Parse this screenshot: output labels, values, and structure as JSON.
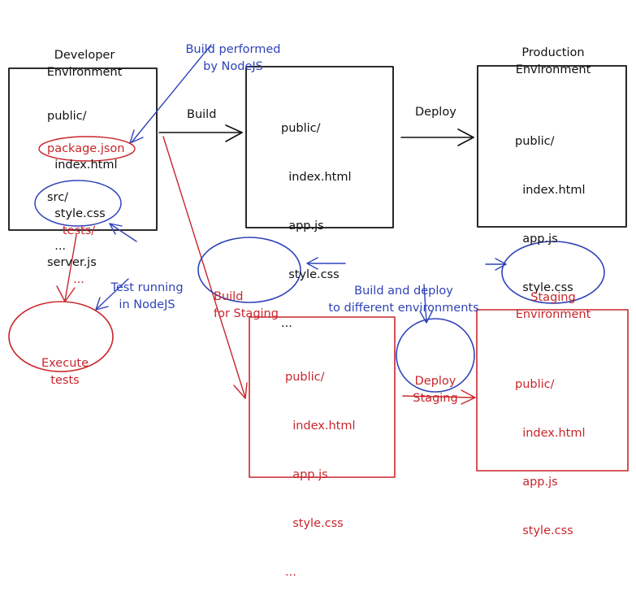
{
  "titles": {
    "developer": [
      "Developer",
      "Environment"
    ],
    "production": [
      "Production",
      "Environment"
    ]
  },
  "annotations": {
    "build_performed": [
      "Build performed",
      "by NodeJS"
    ],
    "test_running": [
      "Test running",
      "in NodeJS"
    ],
    "build_deploy_envs": [
      "Build and deploy",
      "to different environments"
    ]
  },
  "edge_labels": {
    "build": "Build",
    "deploy": "Deploy"
  },
  "developer_box": {
    "lines": [
      "public/",
      "  index.html",
      "  style.css",
      "server.js"
    ],
    "package_json": "package.json",
    "lines2": [
      "src/",
      "  ..."
    ],
    "tests": [
      "tests/",
      "..."
    ]
  },
  "build_box": {
    "lines": [
      "public/",
      "  index.html",
      "  app.js",
      "  style.css",
      "..."
    ]
  },
  "production_box": {
    "lines": [
      "public/",
      "  index.html",
      "  app.js",
      "  style.css"
    ]
  },
  "staging_build_box": {
    "lines": [
      "public/",
      "  index.html",
      "  app.js",
      "  style.css",
      "..."
    ]
  },
  "staging_box": {
    "lines": [
      "public/",
      "  index.html",
      "  app.js",
      "  style.css"
    ]
  },
  "nodes": {
    "execute_tests": [
      "Execute",
      "tests"
    ],
    "build_for_staging": [
      "Build",
      "for Staging"
    ],
    "staging_environment": [
      "Staging",
      "Environment"
    ],
    "deploy_staging": [
      "Deploy",
      "Staging"
    ]
  },
  "colors": {
    "ink": "#111111",
    "red": "#c8262c",
    "blue": "#2f43b8"
  }
}
